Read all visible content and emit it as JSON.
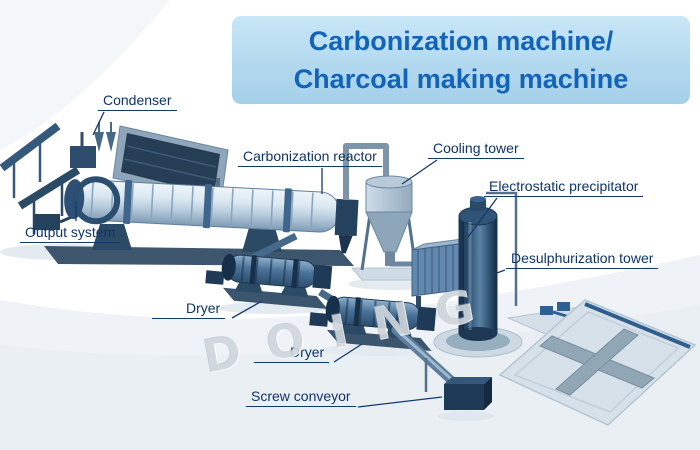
{
  "title": {
    "line1": "Carbonization machine/",
    "line2": "Charcoal making machine"
  },
  "labels": {
    "condenser": "Condenser",
    "carbonization_reactor": "Carbonization reactor",
    "cooling_tower": "Cooling tower",
    "electrostatic_precipitator": "Electrostatic precipitator",
    "desulphurization_tower": "Desulphurization tower",
    "output_system": "Output system",
    "dryer_1": "Dryer",
    "dryer_2": "Dryer",
    "screw_conveyor": "Screw conveyor"
  },
  "watermark": "DOING",
  "colors": {
    "title_background": "#b3d9ef",
    "title_text": "#1263ba",
    "label_text": "#0f3468",
    "machine_dark": "#24415e",
    "machine_light": "#c9d9e6",
    "pad_gray": "#d7e1ea"
  }
}
